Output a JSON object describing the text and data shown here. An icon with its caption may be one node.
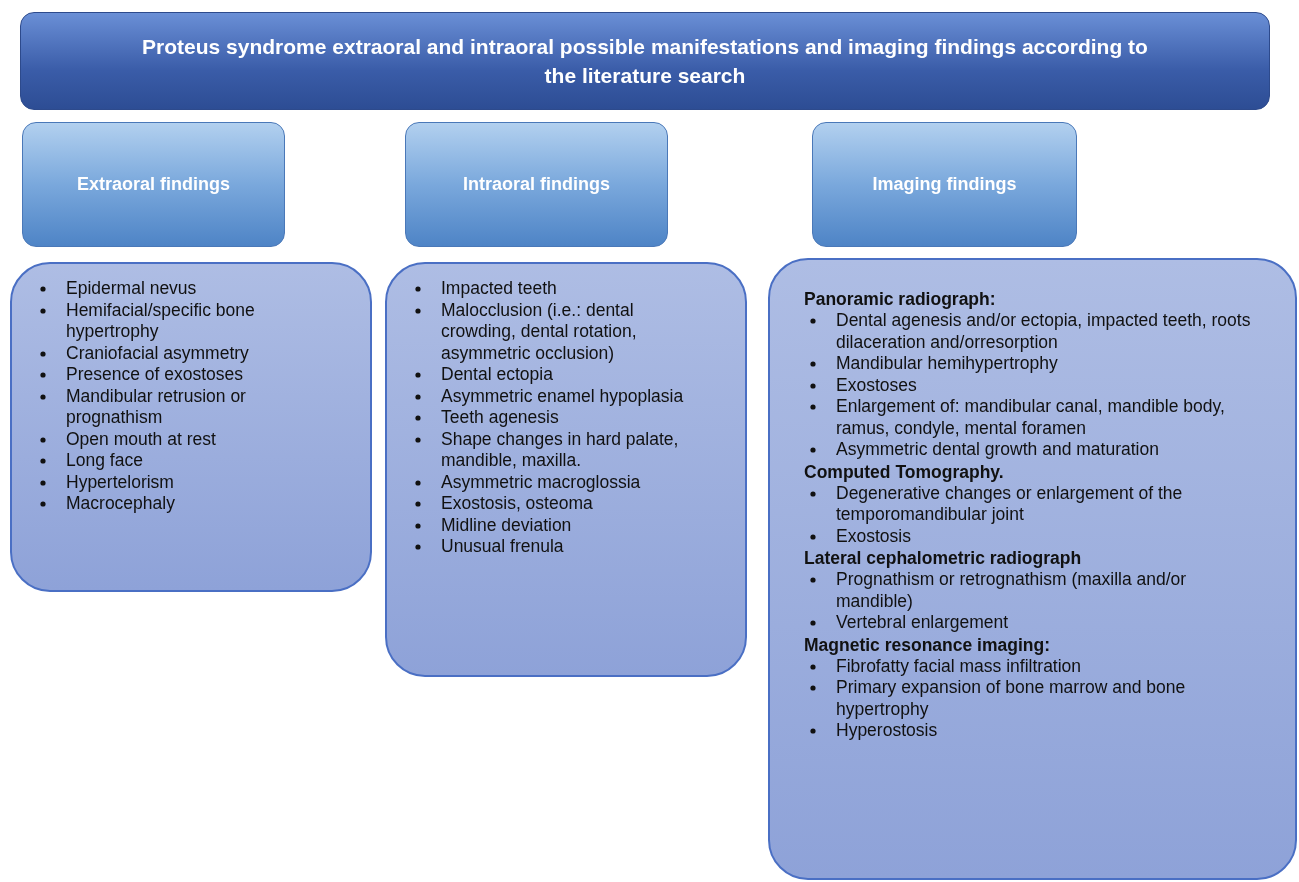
{
  "diagram": {
    "nodes": [
      {
        "text": [
          "Proteus syndrome extraoral and intraoral possible manifestations and imaging findings according to the literature search"
        ]
      },
      {
        "text": [
          "Extraoral findings"
        ]
      },
      {
        "text": [
          "Intraoral findings"
        ]
      },
      {
        "text": [
          "Imaging findings"
        ]
      },
      {
        "text": [
          "Epidermal nevus",
          "Hemifacial/specific bone hypertrophy",
          "Craniofacial asymmetry",
          "Presence of exostoses",
          "Mandibular retrusion or prognathism",
          "Open mouth at rest",
          "Long face",
          "Hypertelorism",
          "Macrocephaly"
        ]
      },
      {
        "text": [
          "Impacted teeth",
          "Malocclusion (i.e.: dental crowding, dental rotation, asymmetric occlusion)",
          "Dental ectopia",
          "Asymmetric enamel hypoplasia",
          "Teeth agenesis",
          "Shape changes in hard palate, mandible, maxilla.",
          "Asymmetric macroglossia",
          "Exostosis, osteoma",
          "Midline deviation",
          "Unusual frenula"
        ]
      },
      {
        "text": [],
        "shape": "box"
      },
      {
        "text": [
          "Panoramic radiograph:",
          "Dental agenesis and/or ectopia, impacted teeth, roots dilaceration and/orresorption",
          "Mandibular hemihypertrophy",
          "Exostoses",
          "Enlargement of: mandibular canal, mandible body, ramus, condyle, mental foramen",
          "Asymmetric dental growth and maturation"
        ],
        "in": 6
      },
      {
        "text": [
          "Computed Tomography.",
          "Degenerative changes or enlargement of the temporomandibular joint",
          "Exostosis"
        ],
        "in": 6
      },
      {
        "text": [
          "Lateral cephalometric radiograph",
          "Prognathism or retrognathism (maxilla and/or mandible)",
          "Vertebral enlargement"
        ],
        "in": 6
      },
      {
        "text": [
          "Magnetic resonance imaging:",
          "Fibrofatty facial mass infiltration",
          "Primary expansion of bone marrow and bone hypertrophy",
          "Hyperostosis"
        ],
        "in": 6
      }
    ]
  }
}
